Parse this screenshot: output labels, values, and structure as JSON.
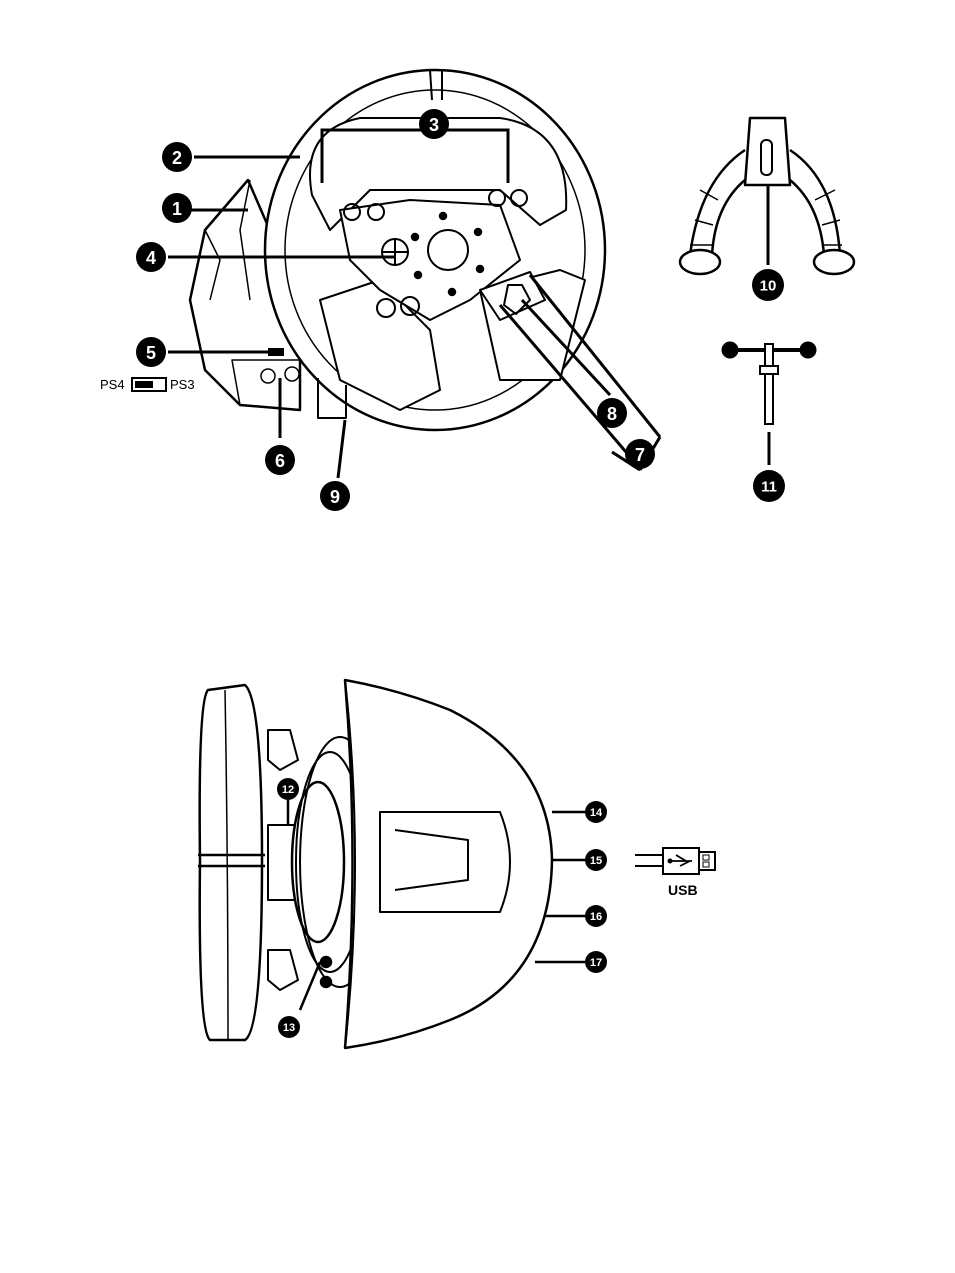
{
  "callouts": {
    "c1": "1",
    "c2": "2",
    "c3": "3",
    "c4": "4",
    "c5": "5",
    "c6": "6",
    "c7": "7",
    "c8": "8",
    "c9": "9",
    "c10": "10",
    "c11": "11",
    "c12": "12",
    "c13": "13",
    "c14": "14",
    "c15": "15",
    "c16": "16",
    "c17": "17"
  },
  "switch_labels": {
    "left": "PS4",
    "right": "PS3"
  },
  "usb_label": "USB",
  "icons": [
    "steering-wheel-front",
    "pedal-clamp",
    "table-clamp-screw",
    "wheel-base-side",
    "usb-connector"
  ]
}
